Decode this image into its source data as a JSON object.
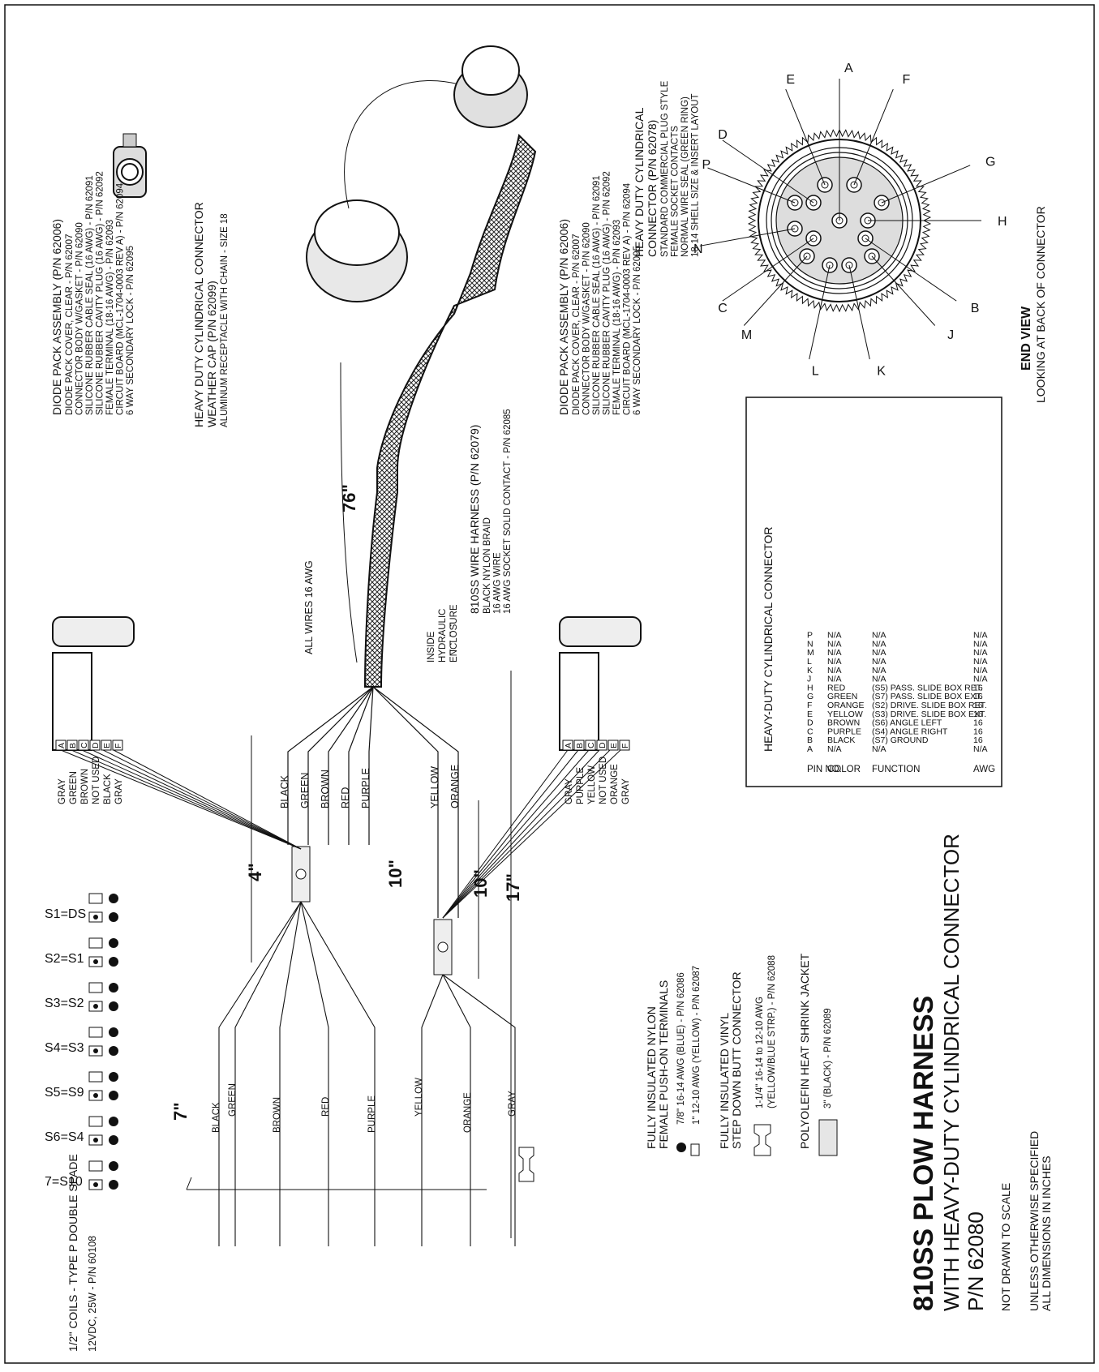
{
  "title": {
    "main": "810SS PLOW HARNESS",
    "sub": "WITH HEAVY-DUTY CYLINDRICAL CONNECTOR",
    "pn": "P/N 62080"
  },
  "notes": {
    "scale": "NOT DRAWN TO SCALE",
    "units1": "UNLESS OTHERWISE SPECIFIED",
    "units2": "ALL DIMENSIONS IN INCHES"
  },
  "coils": {
    "label": "1/2\" COILS - TYPE P DOUBLE SPADE",
    "spec": "12VDC, 25W - P/N 60108"
  },
  "legend": {
    "nylon_title1": "FULLY INSULATED NYLON",
    "nylon_title2": "FEMALE PUSH-ON TERMINALS",
    "nylon_item1": "7/8\" 16-14 AWG (BLUE) - P/N 62086",
    "nylon_item2": "1\" 12-10 AWG (YELLOW) - P/N 62087",
    "vinyl_title1": "FULLY INSULATED VINYL",
    "vinyl_title2": "STEP DOWN BUTT CONNECTOR",
    "vinyl_item1": "1-1/4\" 16-14 to 12-10 AWG",
    "vinyl_item2": "(YELLOW/BLUE STRP.) - P/N 62088",
    "shrink_title": "POLYOLEFIN HEAT SHRINK JACKET",
    "shrink_item": "3\" (BLACK) - P/N 62089"
  },
  "solenoids": [
    "7=S10",
    "S6=S4",
    "S5=S9",
    "S4=S3",
    "S3=S2",
    "S2=S1",
    "S1=DS"
  ],
  "coil_wires": [
    "BLACK",
    "GREEN",
    "BROWN",
    "RED",
    "PURPLE",
    "YELLOW",
    "ORANGE",
    "GRAY"
  ],
  "dims": {
    "d7": "7\"",
    "d4": "4\"",
    "d10a": "10\"",
    "d10b": "10\"",
    "d17": "17\"",
    "d76": "76\""
  },
  "all_wires": "ALL WIRES 16 AWG",
  "upper_plug": {
    "pins": [
      "A",
      "B",
      "C",
      "D",
      "E",
      "F"
    ],
    "wires": [
      "GRAY",
      "GREEN",
      "BROWN",
      "NOT USED",
      "BLACK",
      "GRAY"
    ],
    "trunk_wires": [
      "BLACK",
      "GREEN",
      "BROWN",
      "RED",
      "PURPLE"
    ]
  },
  "lower_plug": {
    "pins": [
      "A",
      "B",
      "C",
      "D",
      "E",
      "F"
    ],
    "wires": [
      "GRAY",
      "PURPLE",
      "YELLOW",
      "NOT USED",
      "ORANGE",
      "GRAY"
    ],
    "trunk_wires": [
      "YELLOW",
      "ORANGE"
    ]
  },
  "diode_pack": {
    "title": "DIODE PACK ASSEMBLY (P/N 62006)",
    "items": [
      "DIODE PACK COVER, CLEAR - P/N 62007",
      "CONNECTOR BODY W/GASKET - P/N 62090",
      "SILICONE RUBBER CABLE SEAL (16 AWG) - P/N 62091",
      "SILICONE RUBBER CAVITY PLUG (16 AWG) - P/N 62092",
      "FEMALE TERMINAL (18-16 AWG) - P/N 62093",
      "CIRCUIT BOARD (MCL-1704-0003 REV A) - P/N 62094",
      "6 WAY SECONDARY LOCK - P/N 62095"
    ]
  },
  "weather_cap": {
    "title1": "HEAVY DUTY CYLINDRICAL CONNECTOR",
    "title2": "WEATHER CAP (P/N 62099)",
    "detail": "ALUMINUM RECEPTACLE WITH CHAIN - SIZE 18"
  },
  "harness": {
    "title": "810SS WIRE HARNESS (P/N 62079)",
    "items": [
      "BLACK NYLON BRAID",
      "16 AWG WIRE",
      "16 AWG SOCKET SOLID CONTACT - P/N 62085"
    ],
    "inside": [
      "INSIDE",
      "HYDRAULIC",
      "ENCLOSURE"
    ]
  },
  "cyl_connector": {
    "title1": "HEAVY DUTY CYLINDRICAL",
    "title2": "CONNECTOR (P/N 62078)",
    "items": [
      "STANDARD COMMERCIAL PLUG STYLE",
      "FEMALE SOCKET CONTACTS",
      "NORMAL WIRE SEAL (GREEN RING)",
      "18-14 SHELL SIZE & INSERT LAYOUT"
    ]
  },
  "end_view": {
    "title": "END VIEW",
    "sub": "LOOKING AT BACK OF CONNECTOR",
    "pins": [
      "A",
      "B",
      "C",
      "D",
      "E",
      "F",
      "G",
      "H",
      "J",
      "K",
      "L",
      "M",
      "N",
      "P"
    ]
  },
  "pin_table": {
    "title": "HEAVY-DUTY CYLINDRICAL CONNECTOR",
    "headers": [
      "PIN NO.",
      "COLOR",
      "FUNCTION",
      "AWG"
    ],
    "rows": [
      [
        "A",
        "N/A",
        "N/A",
        "N/A"
      ],
      [
        "B",
        "BLACK",
        "(S7) GROUND",
        "16"
      ],
      [
        "C",
        "PURPLE",
        "(S4) ANGLE RIGHT",
        "16"
      ],
      [
        "D",
        "BROWN",
        "(S6) ANGLE LEFT",
        "16"
      ],
      [
        "E",
        "YELLOW",
        "(S3) DRIVE. SLIDE BOX EXT.",
        "16"
      ],
      [
        "F",
        "ORANGE",
        "(S2) DRIVE. SLIDE BOX RET.",
        "16"
      ],
      [
        "G",
        "GREEN",
        "(S7) PASS. SLIDE BOX EXT.",
        "16"
      ],
      [
        "H",
        "RED",
        "(S5) PASS. SLIDE BOX RET.",
        "16"
      ],
      [
        "J",
        "N/A",
        "N/A",
        "N/A"
      ],
      [
        "K",
        "N/A",
        "N/A",
        "N/A"
      ],
      [
        "L",
        "N/A",
        "N/A",
        "N/A"
      ],
      [
        "M",
        "N/A",
        "N/A",
        "N/A"
      ],
      [
        "N",
        "N/A",
        "N/A",
        "N/A"
      ],
      [
        "P",
        "N/A",
        "N/A",
        "N/A"
      ]
    ]
  }
}
